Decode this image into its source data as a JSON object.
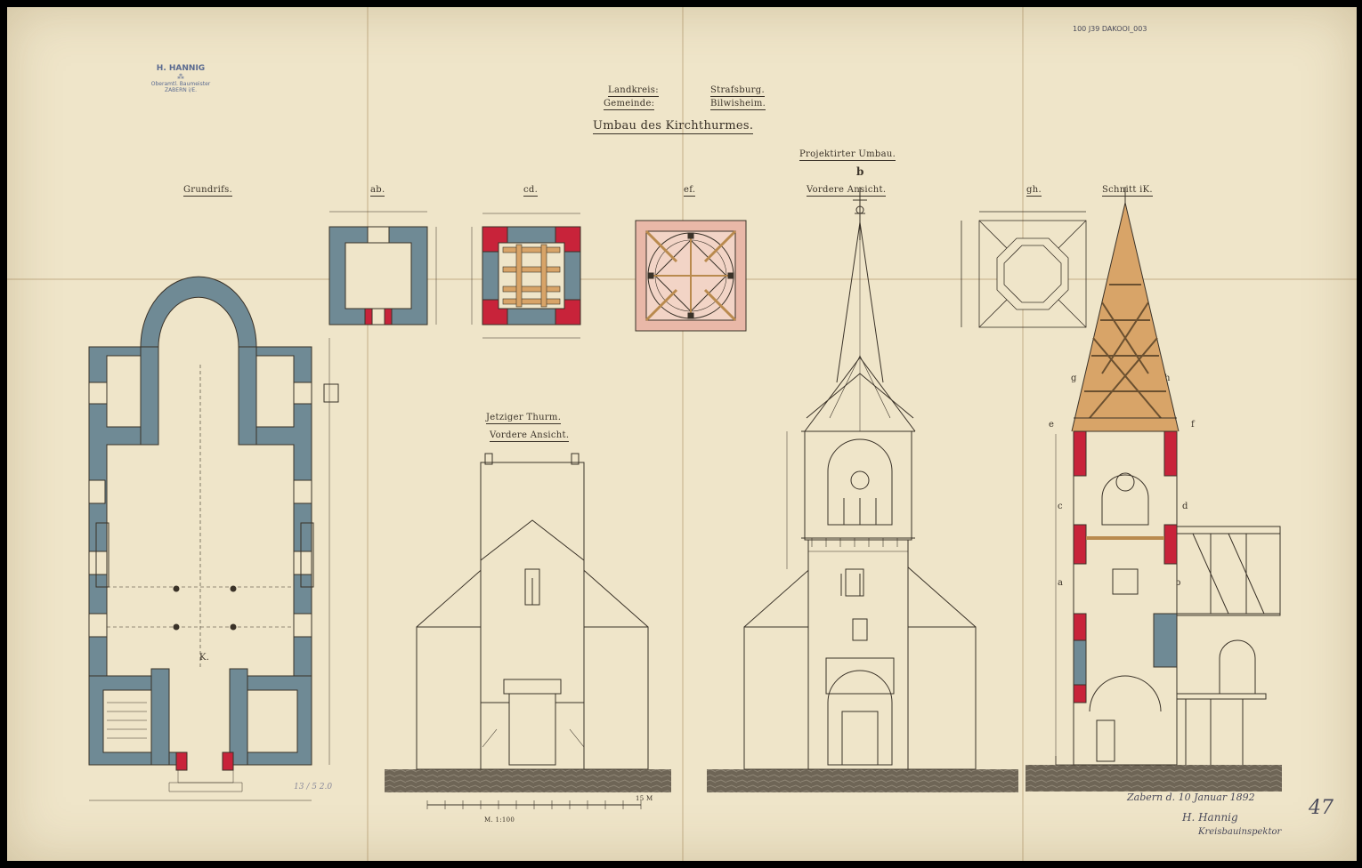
{
  "stamp": {
    "name": "H. HANNIG",
    "role": "Oberamtl. Baumeister",
    "place": "ZABERN i/E."
  },
  "archive_ref": "100 J39 DAKOOI_003",
  "header": {
    "kreis_label": "Landkreis:",
    "kreis_value": "Strafsburg.",
    "gemeinde_label": "Gemeinde:",
    "gemeinde_value": "Bilwisheim.",
    "title": "Umbau des Kirchthurmes."
  },
  "sections": {
    "projected": "Projektirter Umbau.",
    "grundriss": "Grundrifs.",
    "ab": "ab.",
    "cd": "cd.",
    "ef": "ef.",
    "front_view": "Vordere Ansicht.",
    "gh": "gh.",
    "schnitt": "Schnitt iK.",
    "current_tower": "Jetziger Thurm.",
    "current_front": "Vordere Ansicht."
  },
  "section_letters": {
    "b": "b",
    "g": "g",
    "h": "h",
    "e": "e",
    "f": "f",
    "c": "c",
    "d": "d",
    "a": "a",
    "bb": "b",
    "k": "K."
  },
  "scale": {
    "label": "M. 1:100",
    "end": "15 M"
  },
  "signature": {
    "date": "Zabern d. 10 Januar 1892",
    "name": "H. Hannig",
    "note": "Kreisbauinspektor"
  },
  "sheet_number": "47",
  "margin_notes": {
    "pencil": "13 / 5 2.0"
  },
  "colors": {
    "paper": "#efe5c9",
    "wall": "#6f8a95",
    "red": "#c8233a",
    "wood": "#d8a468",
    "ink": "#3a3228"
  }
}
